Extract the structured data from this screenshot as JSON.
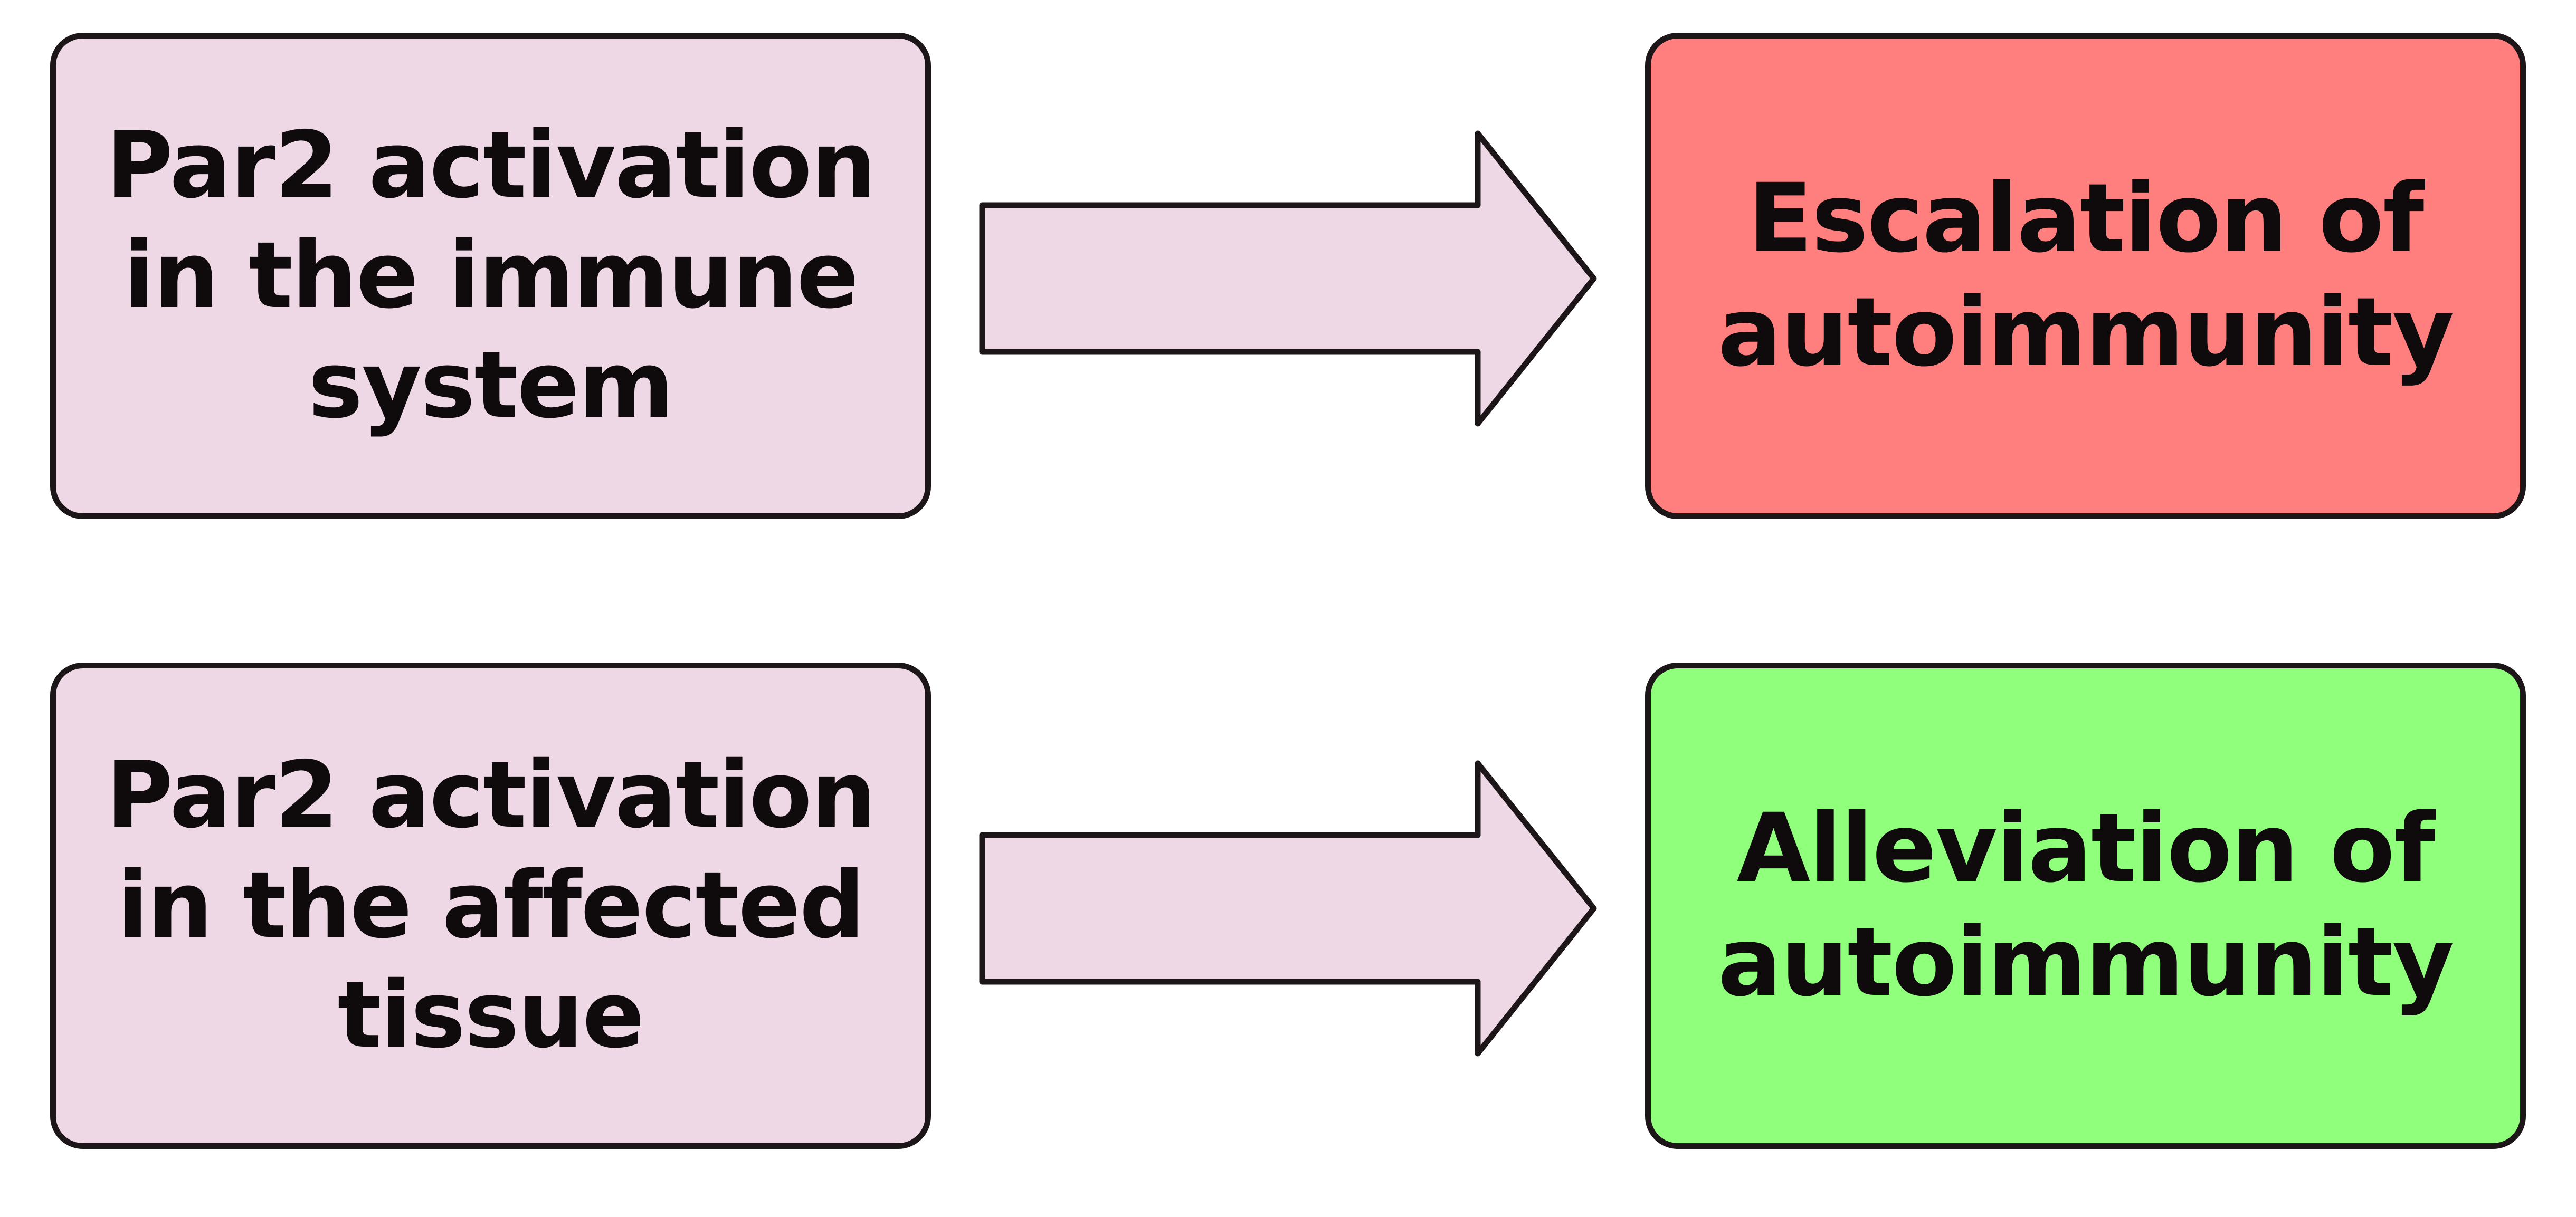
{
  "colors": {
    "cause_fill": "#efd8e6",
    "escalation_fill": "#ff7f7f",
    "alleviation_fill": "#8fff7c",
    "arrow_fill": "#efd8e6",
    "outline": "#1c1619"
  },
  "rows": [
    {
      "cause": "Par2 activation\nin the immune\nsystem",
      "effect": "Escalation of\nautoimmunity"
    },
    {
      "cause": "Par2 activation\nin the affected\ntissue",
      "effect": "Alleviation of\nautoimmunity"
    }
  ]
}
